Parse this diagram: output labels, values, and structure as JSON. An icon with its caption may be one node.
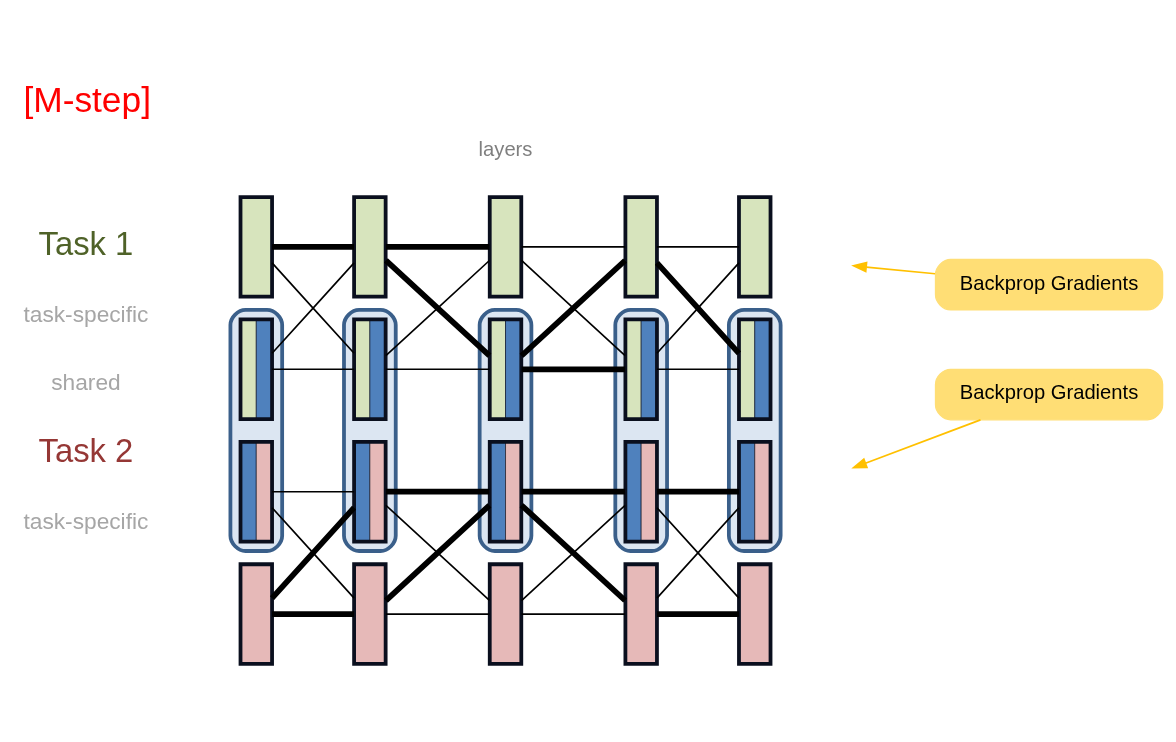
{
  "diagram": {
    "title": "[M-step]",
    "nodes": [
      {
        "text": [],
        "shape": "box"
      },
      {
        "text": [],
        "shape": "box"
      },
      {
        "text": [],
        "shape": "box"
      },
      {
        "text": [],
        "shape": "box"
      },
      {
        "text": [],
        "shape": "box"
      },
      {
        "text": [],
        "shape": "box"
      },
      {
        "text": [],
        "shape": "box",
        "in": 5
      },
      {
        "text": [],
        "shape": "box",
        "in": 5
      },
      {
        "text": [],
        "shape": "box"
      },
      {
        "text": [],
        "shape": "box",
        "in": 8
      },
      {
        "text": [],
        "shape": "box",
        "in": 8
      },
      {
        "text": [],
        "shape": "box"
      },
      {
        "text": [],
        "shape": "box",
        "in": 11
      },
      {
        "text": [],
        "shape": "box",
        "in": 11
      },
      {
        "text": [],
        "shape": "box"
      },
      {
        "text": [],
        "shape": "box",
        "in": 14
      },
      {
        "text": [],
        "shape": "box",
        "in": 14
      },
      {
        "text": [],
        "shape": "box"
      },
      {
        "text": [],
        "shape": "box",
        "in": 17
      },
      {
        "text": [],
        "shape": "box",
        "in": 17
      },
      {
        "text": [],
        "shape": "box"
      },
      {
        "text": [],
        "shape": "box"
      },
      {
        "text": [],
        "shape": "box"
      },
      {
        "text": [],
        "shape": "box"
      },
      {
        "text": [],
        "shape": "box"
      },
      {
        "text": [
          "Backprop Gradients"
        ]
      },
      {
        "text": [
          "Backprop Gradients"
        ]
      }
    ],
    "edges": [
      {
        "from": 0,
        "to": 1,
        "arrow": "none",
        "style": "thick"
      },
      {
        "from": 0,
        "to": 9,
        "arrow": "none"
      },
      {
        "from": 6,
        "to": 1,
        "arrow": "none"
      },
      {
        "from": 6,
        "to": 9,
        "arrow": "none"
      },
      {
        "from": 1,
        "to": 2,
        "arrow": "none",
        "style": "thick"
      },
      {
        "from": 1,
        "to": 12,
        "arrow": "none",
        "style": "thick"
      },
      {
        "from": 9,
        "to": 2,
        "arrow": "none"
      },
      {
        "from": 9,
        "to": 12,
        "arrow": "none"
      },
      {
        "from": 2,
        "to": 3,
        "arrow": "none"
      },
      {
        "from": 2,
        "to": 15,
        "arrow": "none"
      },
      {
        "from": 12,
        "to": 3,
        "arrow": "none",
        "style": "thick"
      },
      {
        "from": 12,
        "to": 15,
        "arrow": "none",
        "style": "thick"
      },
      {
        "from": 3,
        "to": 4,
        "arrow": "none"
      },
      {
        "from": 3,
        "to": 18,
        "arrow": "none",
        "style": "thick"
      },
      {
        "from": 15,
        "to": 4,
        "arrow": "none"
      },
      {
        "from": 15,
        "to": 18,
        "arrow": "none"
      },
      {
        "from": 7,
        "to": 10,
        "arrow": "none"
      },
      {
        "from": 7,
        "to": 21,
        "arrow": "none"
      },
      {
        "from": 20,
        "to": 10,
        "arrow": "none",
        "style": "thick"
      },
      {
        "from": 20,
        "to": 21,
        "arrow": "none",
        "style": "thick"
      },
      {
        "from": 10,
        "to": 13,
        "arrow": "none",
        "style": "thick"
      },
      {
        "from": 10,
        "to": 22,
        "arrow": "none"
      },
      {
        "from": 21,
        "to": 13,
        "arrow": "none",
        "style": "thick"
      },
      {
        "from": 21,
        "to": 22,
        "arrow": "none"
      },
      {
        "from": 13,
        "to": 16,
        "arrow": "none",
        "style": "thick"
      },
      {
        "from": 13,
        "to": 23,
        "arrow": "none",
        "style": "thick"
      },
      {
        "from": 22,
        "to": 16,
        "arrow": "none"
      },
      {
        "from": 22,
        "to": 23,
        "arrow": "none"
      },
      {
        "from": 16,
        "to": 19,
        "arrow": "none",
        "style": "thick"
      },
      {
        "from": 16,
        "to": 24,
        "arrow": "none"
      },
      {
        "from": 23,
        "to": 19,
        "arrow": "none"
      },
      {
        "from": 23,
        "to": 24,
        "arrow": "none",
        "style": "thick"
      },
      {
        "from": 25,
        "to": null,
        "arrow": "to",
        "color": "#ffc000"
      },
      {
        "from": 26,
        "to": null,
        "arrow": "to",
        "color": "#ffc000"
      }
    ],
    "labels": [
      "layers",
      "Task 1",
      "task-specific",
      "shared",
      "Task 2",
      "task-specific"
    ]
  }
}
